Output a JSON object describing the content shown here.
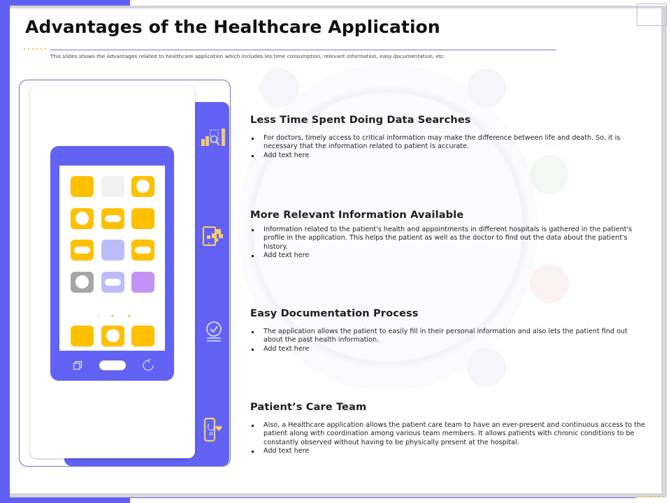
{
  "slide": {
    "title": "Advantages of the Healthcare Application",
    "subtitle": "This slides shows the Advantages related to healthcare application which includes les time consumption, relevant information, easy documentation, etc."
  },
  "colors": {
    "accent_purple": "#6262f5",
    "accent_yellow": "#ffc000",
    "light_purple": "#bcbcfa",
    "violet": "#c293f5",
    "gray": "#a6a6a6"
  },
  "illustration": {
    "app_grid": [
      {
        "color": "yellow",
        "inner": "none"
      },
      {
        "color": "lightgray",
        "inner": "none"
      },
      {
        "color": "yellow",
        "inner": "circle"
      },
      {
        "color": "yellow",
        "inner": "circle"
      },
      {
        "color": "yellow",
        "inner": "pill"
      },
      {
        "color": "yellow",
        "inner": "none"
      },
      {
        "color": "yellow",
        "inner": "pill"
      },
      {
        "color": "lightpurple",
        "inner": "none"
      },
      {
        "color": "yellow",
        "inner": "pill"
      },
      {
        "color": "gray",
        "inner": "circle"
      },
      {
        "color": "lightpurple",
        "inner": "pill"
      },
      {
        "color": "violet",
        "inner": "none"
      },
      {
        "color": "yellow",
        "inner": "none"
      },
      {
        "color": "yellow",
        "inner": "circle"
      },
      {
        "color": "yellow",
        "inner": "none"
      }
    ],
    "side_icons": [
      "data-search-icon",
      "mobile-information-icon",
      "checklist-icon",
      "mobile-health-icon"
    ]
  },
  "sections": [
    {
      "title": "Less Time Spent Doing Data Searches",
      "bullets": [
        "For doctors, timely access to critical information may make the difference between life and death. So, it is necessary that the information related to patient is accurate.",
        "Add text here"
      ]
    },
    {
      "title": "More Relevant Information Available",
      "bullets": [
        "Information related to the patient's health and appointments in different hospitals is gathered in the patient's profile in the application. This helps the patient as well as the doctor to find out the data about the patient's history.",
        "Add text here"
      ]
    },
    {
      "title": "Easy Documentation Process",
      "bullets": [
        "The application allows the patient to easily fill in their personal information and also lets the patient find out about the past health information.",
        "Add text here"
      ]
    },
    {
      "title": "Patient’s Care Team",
      "bullets": [
        "Also, a Healthcare application allows the patient care team to have an ever-present and continuous access to the patient along with coordination among various team members. It allows patients with chronic conditions to be constantly observed without having to be physically present at the hospital.",
        "Add text here"
      ]
    }
  ]
}
